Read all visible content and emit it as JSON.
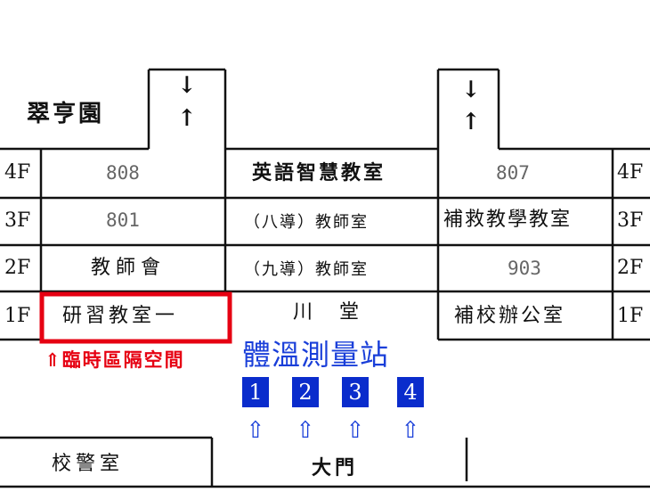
{
  "corridor": {
    "name": "翠亨園"
  },
  "rows": [
    {
      "floor_left": "4F",
      "left": "808",
      "center": "英語智慧教室",
      "right": "807",
      "floor_right": "4F"
    },
    {
      "floor_left": "3F",
      "left": "801",
      "center": "（八導）教師室",
      "right": "補救教學教室",
      "floor_right": "3F"
    },
    {
      "floor_left": "2F",
      "left": "教師會",
      "center": "（九導）教師室",
      "right": "903",
      "floor_right": "2F"
    },
    {
      "floor_left": "1F",
      "left": "研習教室一",
      "center": "川　堂",
      "right": "補校辦公室",
      "floor_right": "1F"
    }
  ],
  "isolation": {
    "arrow": "⇑",
    "label": "臨時區隔空間"
  },
  "temperature": {
    "title": "體溫測量站",
    "stations": [
      "1",
      "2",
      "3",
      "4"
    ],
    "arrow": "⇧"
  },
  "stairs": {
    "down": "↓",
    "up": "↑"
  },
  "bottom": {
    "guard_room": "校警室",
    "gate": "大門"
  },
  "colors": {
    "highlight": "#e60012",
    "station": "#0a2ccc",
    "station_text": "#1a3fd9"
  }
}
